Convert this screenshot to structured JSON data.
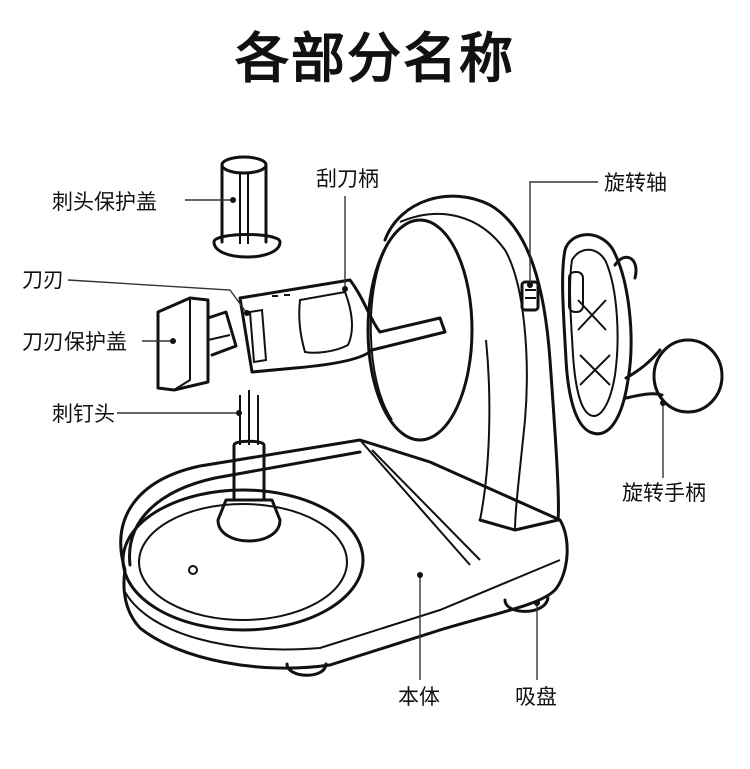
{
  "title": "各部分名称",
  "labels": {
    "needle_head_cover": "刺头保护盖",
    "scraper_handle": "刮刀柄",
    "rotating_shaft": "旋转轴",
    "blade": "刀刃",
    "blade_cover": "刀刃保护盖",
    "needle_head": "刺钉头",
    "rotating_handle": "旋转手柄",
    "body": "本体",
    "suction_cup": "吸盘"
  },
  "colors": {
    "line": "#111111",
    "background": "#ffffff"
  }
}
